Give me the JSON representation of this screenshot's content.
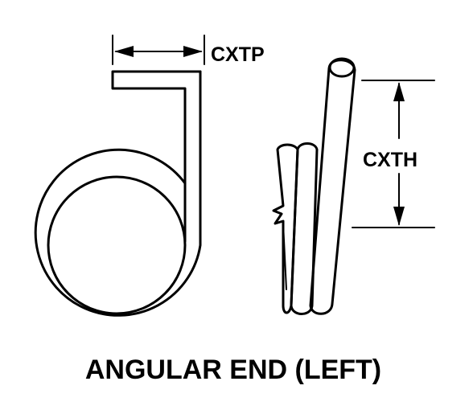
{
  "labels": {
    "cxtp": "CXTP",
    "cxth": "CXTH",
    "caption": "ANGULAR END (LEFT)"
  },
  "colors": {
    "ink": "#000000",
    "background": "#ffffff"
  }
}
